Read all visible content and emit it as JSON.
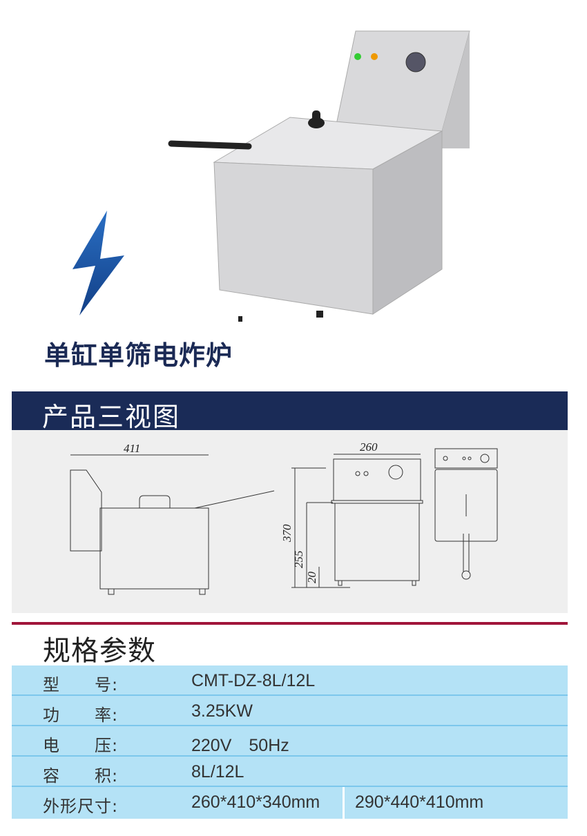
{
  "product": {
    "title": "单缸单筛电炸炉",
    "icon": "lightning-bolt-icon",
    "bolt_color": "#1f5fb0"
  },
  "views_section": {
    "title": "产品三视图",
    "dimensions": {
      "side_width": "411",
      "front_width": "260",
      "total_height": "370",
      "body_height": "255",
      "leg_height": "20"
    }
  },
  "specs_section": {
    "title": "规格参数",
    "rows": [
      {
        "label": "型　　号:",
        "value": "CMT-DZ-8L/12L"
      },
      {
        "label": "功　　率:",
        "value": "3.25KW"
      },
      {
        "label": "电　　压:",
        "value": "220V　50Hz"
      },
      {
        "label": "容　　积:",
        "value": "8L/12L"
      },
      {
        "label": "外形尺寸:",
        "value": "260*410*340mm",
        "value2": "290*440*410mm"
      }
    ]
  },
  "colors": {
    "header_navy": "#1a2b57",
    "accent_red": "#a0153a",
    "table_blue": "#b4e2f6"
  }
}
